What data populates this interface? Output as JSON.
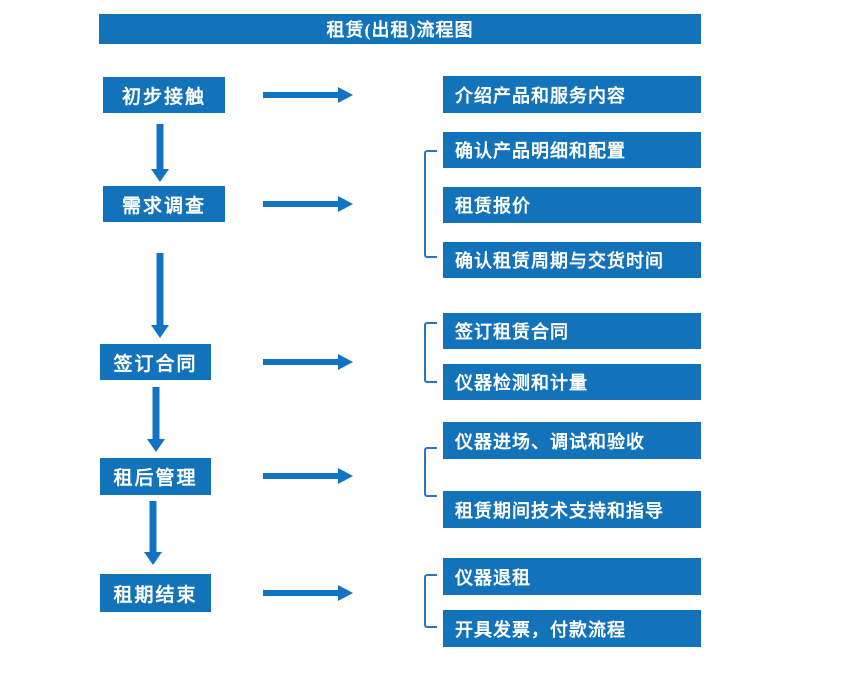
{
  "title": "租赁(出租)流程图",
  "colors": {
    "background": "#ffffff",
    "box_blue": "#1272BA",
    "arrow_blue": "#1273C4",
    "bracket_blue": "#2E75B6",
    "text_white": "#ffffff"
  },
  "stages": [
    {
      "label": "初步接触",
      "outputs": [
        "介绍产品和服务内容"
      ]
    },
    {
      "label": "需求调查",
      "outputs": [
        "确认产品明细和配置",
        "租赁报价",
        "确认租赁周期与交货时间"
      ]
    },
    {
      "label": "签订合同",
      "outputs": [
        "签订租赁合同",
        "仪器检测和计量"
      ]
    },
    {
      "label": "租后管理",
      "outputs": [
        "仪器进场、调试和验收",
        "租赁期间技术支持和指导"
      ]
    },
    {
      "label": "租期结束",
      "outputs": [
        "仪器退租",
        "开具发票，付款流程"
      ]
    }
  ]
}
